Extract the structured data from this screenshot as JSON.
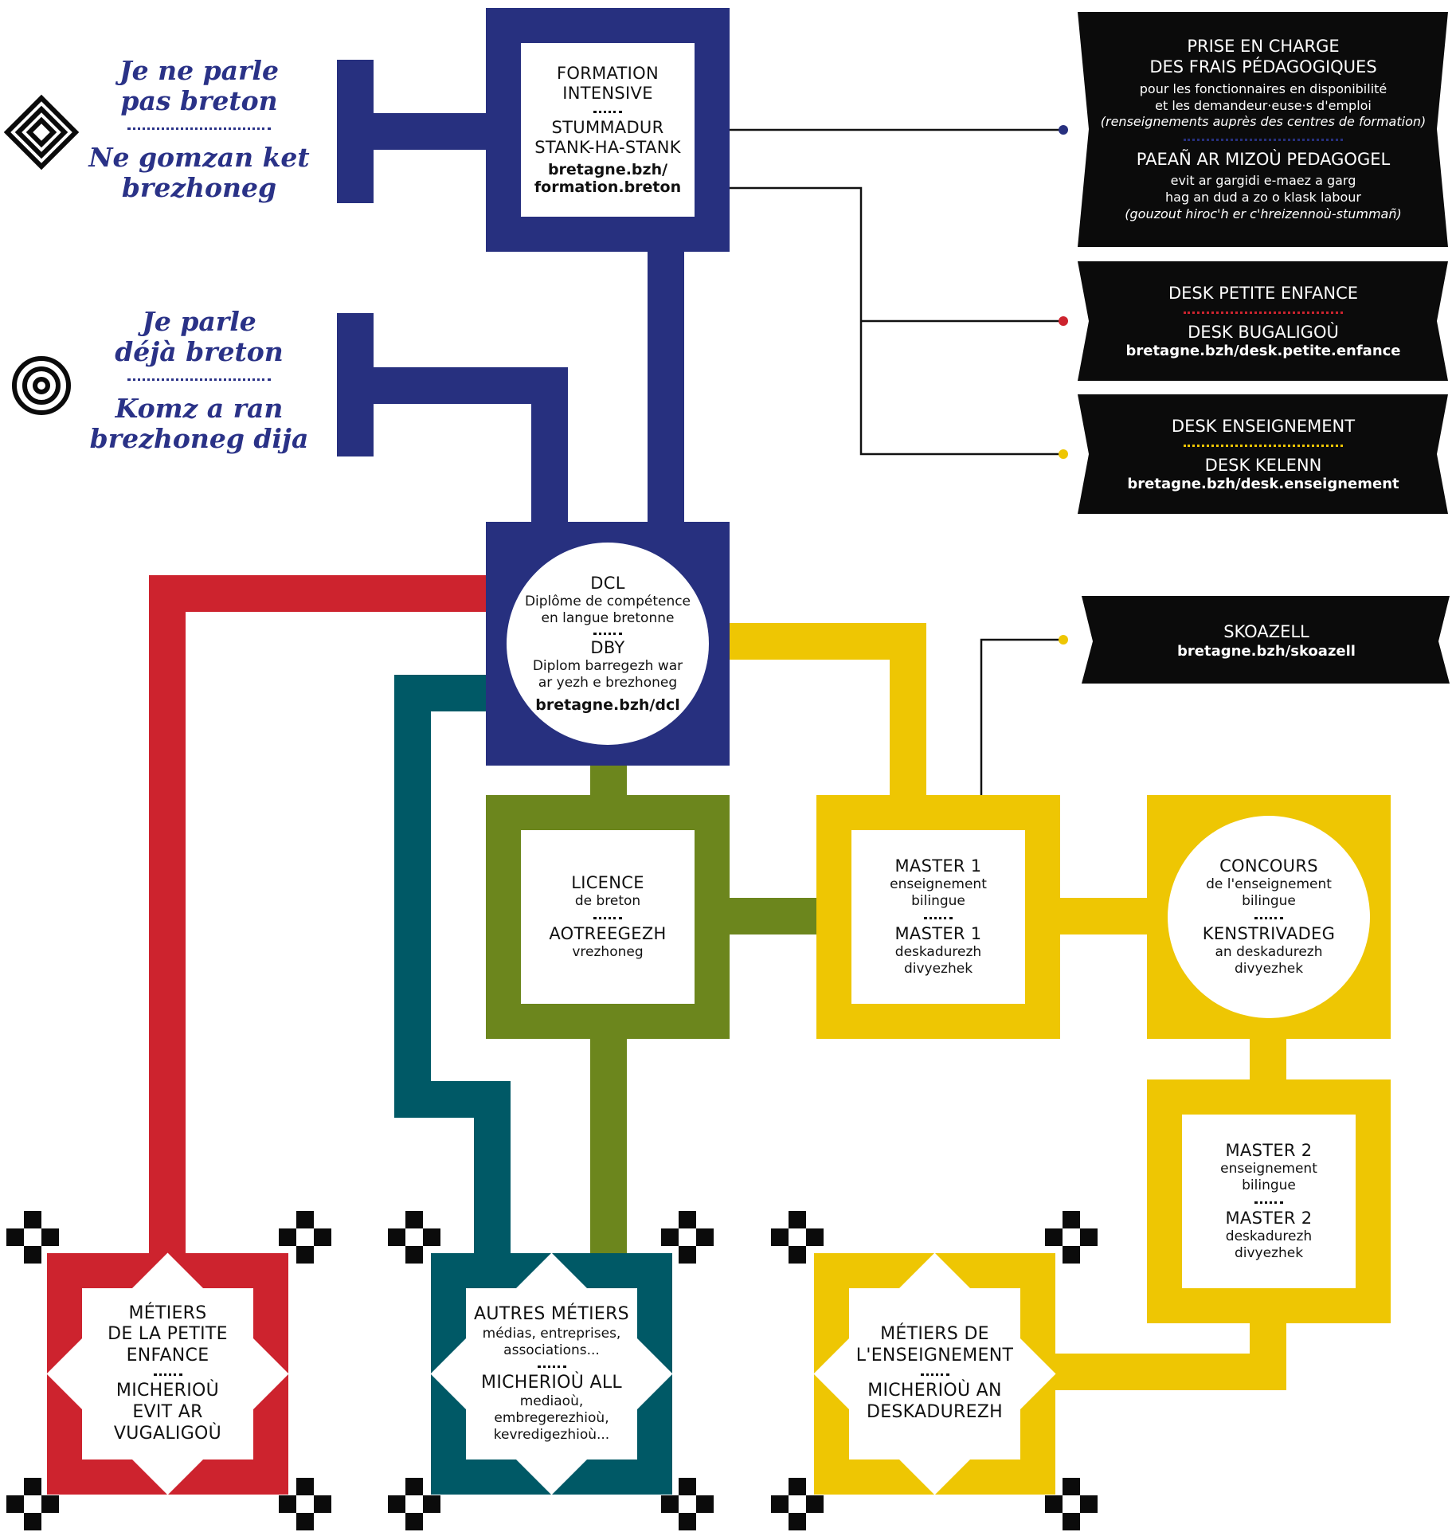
{
  "colors": {
    "blue": "#27307f",
    "red": "#cd232e",
    "teal": "#005966",
    "green": "#6c861d",
    "yellow": "#eec603",
    "black": "#0b0b0b",
    "lang_text": "#2a3287"
  },
  "left_labels": {
    "no_breton": {
      "fr_line1": "Je ne parle",
      "fr_line2": "pas breton",
      "br_line1": "Ne gomzan ket",
      "br_line2": "brezhoneg",
      "icon": "concentric-diamond-icon"
    },
    "speaks_breton": {
      "fr_line1": "Je parle",
      "fr_line2": "déjà breton",
      "br_line1": "Komz a ran",
      "br_line2": "brezhoneg dija",
      "icon": "concentric-circle-icon"
    }
  },
  "formation": {
    "fr_line1": "FORMATION",
    "fr_line2": "INTENSIVE",
    "br_line1": "STUMMADUR",
    "br_line2": "STANK-HA-STANK",
    "url_line1": "bretagne.bzh/",
    "url_line2": "formation.breton"
  },
  "dcl": {
    "title_fr": "DCL",
    "desc_fr_line1": "Diplôme de compétence",
    "desc_fr_line2": "en langue bretonne",
    "title_br": "DBY",
    "desc_br_line1": "Diplom barregezh war",
    "desc_br_line2": "ar yezh e brezhoneg",
    "url": "bretagne.bzh/dcl"
  },
  "licence": {
    "title_fr": "LICENCE",
    "sub_fr": "de breton",
    "title_br": "AOTREEGEZH",
    "sub_br": "vrezhoneg"
  },
  "master1": {
    "title_fr": "MASTER 1",
    "sub_fr_line1": "enseignement",
    "sub_fr_line2": "bilingue",
    "title_br": "MASTER 1",
    "sub_br_line1": "deskadurezh",
    "sub_br_line2": "divyezhek"
  },
  "concours": {
    "title_fr": "CONCOURS",
    "sub_fr_line1": "de l'enseignement",
    "sub_fr_line2": "bilingue",
    "title_br": "KENSTRIVADEG",
    "sub_br_line1": "an deskadurezh",
    "sub_br_line2": "divyezhek"
  },
  "master2": {
    "title_fr": "MASTER 2",
    "sub_fr_line1": "enseignement",
    "sub_fr_line2": "bilingue",
    "title_br": "MASTER 2",
    "sub_br_line1": "deskadurezh",
    "sub_br_line2": "divyezhek"
  },
  "metiers_petite_enfance": {
    "fr_line1": "MÉTIERS",
    "fr_line2": "DE LA PETITE",
    "fr_line3": "ENFANCE",
    "br_line1": "MICHERIOÙ",
    "br_line2": "EVIT AR",
    "br_line3": "VUGALIGOÙ"
  },
  "autres_metiers": {
    "fr_title": "AUTRES MÉTIERS",
    "fr_sub_line1": "médias, entreprises,",
    "fr_sub_line2": "associations...",
    "br_title": "MICHERIOÙ ALL",
    "br_sub_line1": "mediaoù,",
    "br_sub_line2": "embregerezhioù,",
    "br_sub_line3": "kevredigezhioù..."
  },
  "metiers_enseignement": {
    "fr_line1": "MÉTIERS DE",
    "fr_line2": "L'ENSEIGNEMENT",
    "br_line1": "MICHERIOÙ AN",
    "br_line2": "DESKADUREZH"
  },
  "banners": {
    "frais": {
      "fr_title_line1": "PRISE EN CHARGE",
      "fr_title_line2": "DES FRAIS PÉDAGOGIQUES",
      "fr_sub_line1": "pour les fonctionnaires en disponibilité",
      "fr_sub_line2": "et les demandeur·euse·s d'emploi",
      "fr_note": "(renseignements auprès des centres de formation)",
      "br_title": "PAEAÑ AR MIZOÙ PEDAGOGEL",
      "br_sub_line1": "evit ar gargidi e-maez a garg",
      "br_sub_line2": "hag an dud a zo o klask labour",
      "br_note": "(gouzout hiroc'h er c'hreizennoù-stummañ)",
      "sep_color": "#27307f"
    },
    "petite_enfance": {
      "fr_title": "DESK PETITE ENFANCE",
      "br_title": "DESK BUGALIGOÙ",
      "url": "bretagne.bzh/desk.petite.enfance",
      "sep_color": "#cd232e"
    },
    "enseignement": {
      "fr_title": "DESK ENSEIGNEMENT",
      "br_title": "DESK KELENN",
      "url": "bretagne.bzh/desk.enseignement",
      "sep_color": "#eec603"
    },
    "skoazell": {
      "title": "SKOAZELL",
      "url": "bretagne.bzh/skoazell"
    }
  }
}
